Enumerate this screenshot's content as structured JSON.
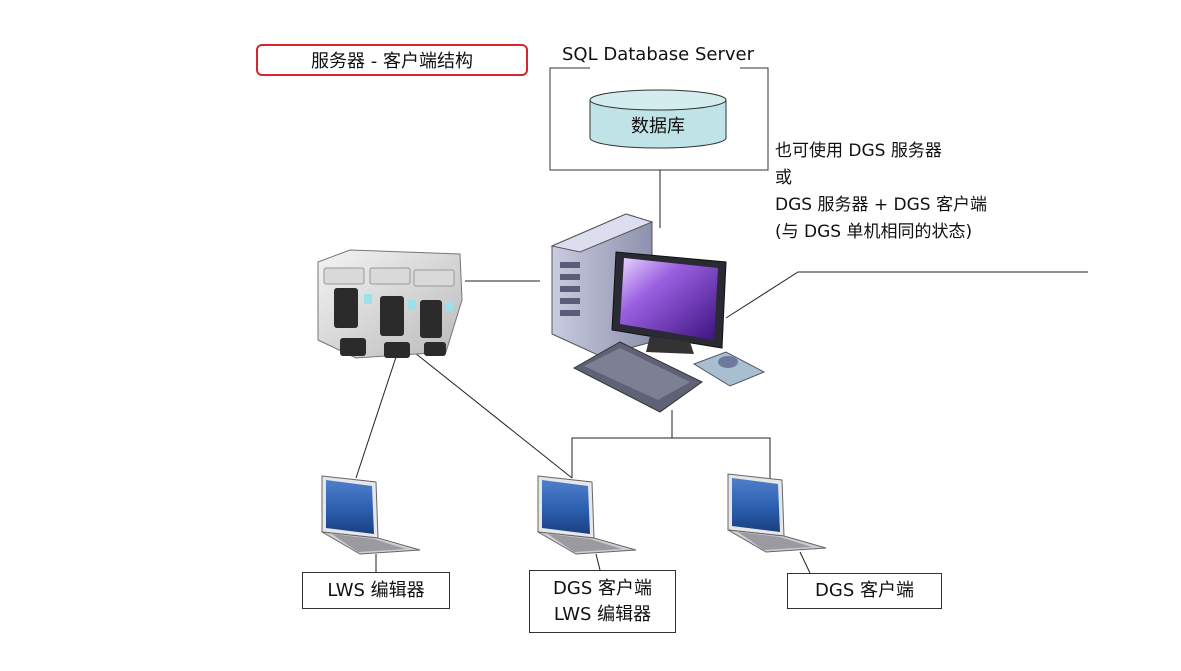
{
  "title": "服务器 - 客户端结构",
  "server": {
    "label": "SQL Database Server",
    "database_label": "数据库"
  },
  "note": {
    "lines": [
      "也可使用 DGS 服务器",
      "或",
      "DGS 服务器 + DGS 客户端",
      "(与 DGS 单机相同的状态)"
    ]
  },
  "clients": [
    {
      "lines": [
        "LWS 编辑器"
      ]
    },
    {
      "lines": [
        "DGS 客户端",
        "LWS 编辑器"
      ]
    },
    {
      "lines": [
        "DGS 客户端"
      ]
    }
  ],
  "icons": {
    "machines": "placement-machines-icon",
    "workstation": "desktop-computer-icon",
    "database": "database-cylinder-icon",
    "laptop": "laptop-icon"
  }
}
